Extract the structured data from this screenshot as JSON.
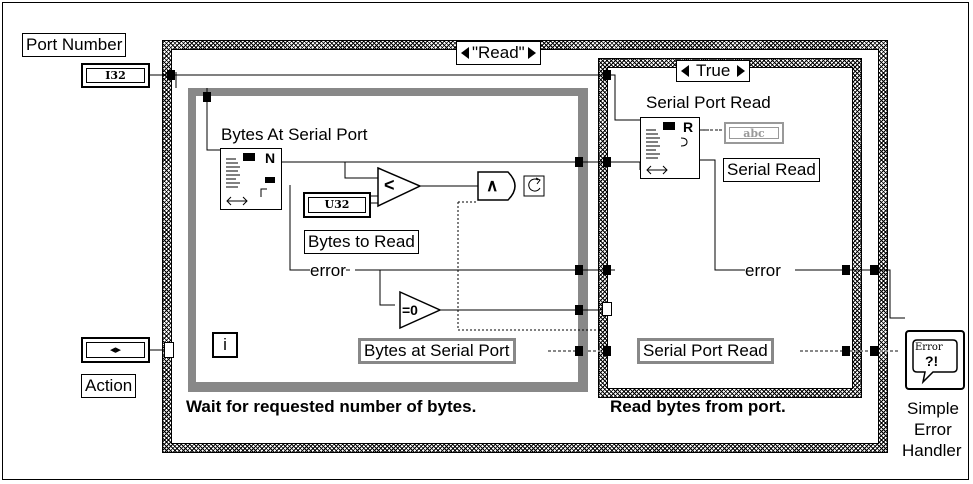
{
  "controls": {
    "port_number_label": "Port Number",
    "port_number_type": "I32",
    "action_label": "Action",
    "action_glyph": "◂▸",
    "bytes_to_read_label": "Bytes to Read",
    "bytes_to_read_type": "U32"
  },
  "case_outer": {
    "selector": "\"Read\""
  },
  "case_inner": {
    "selector": "True"
  },
  "while_loop": {
    "iteration": "i"
  },
  "nodes": {
    "bytes_at_port": "Bytes At Serial Port",
    "serial_port_read": "Serial Port Read",
    "less_than": "<",
    "and": "∧",
    "equal_zero": "=0",
    "error_handler_title": "Simple",
    "error_handler_line2": "Error",
    "error_handler_line3": "Handler",
    "error_icon_text": "Error",
    "error_icon_mark": "?!"
  },
  "wire_labels": {
    "error_left": "error",
    "error_right": "error"
  },
  "indicators": {
    "serial_read_type": "abc",
    "serial_read_label": "Serial Read",
    "bytes_at_serial_port_label": "Bytes at Serial Port",
    "serial_port_read_label": "Serial Port Read"
  },
  "captions": {
    "left": "Wait for requested number of bytes.",
    "right": "Read bytes from port."
  }
}
